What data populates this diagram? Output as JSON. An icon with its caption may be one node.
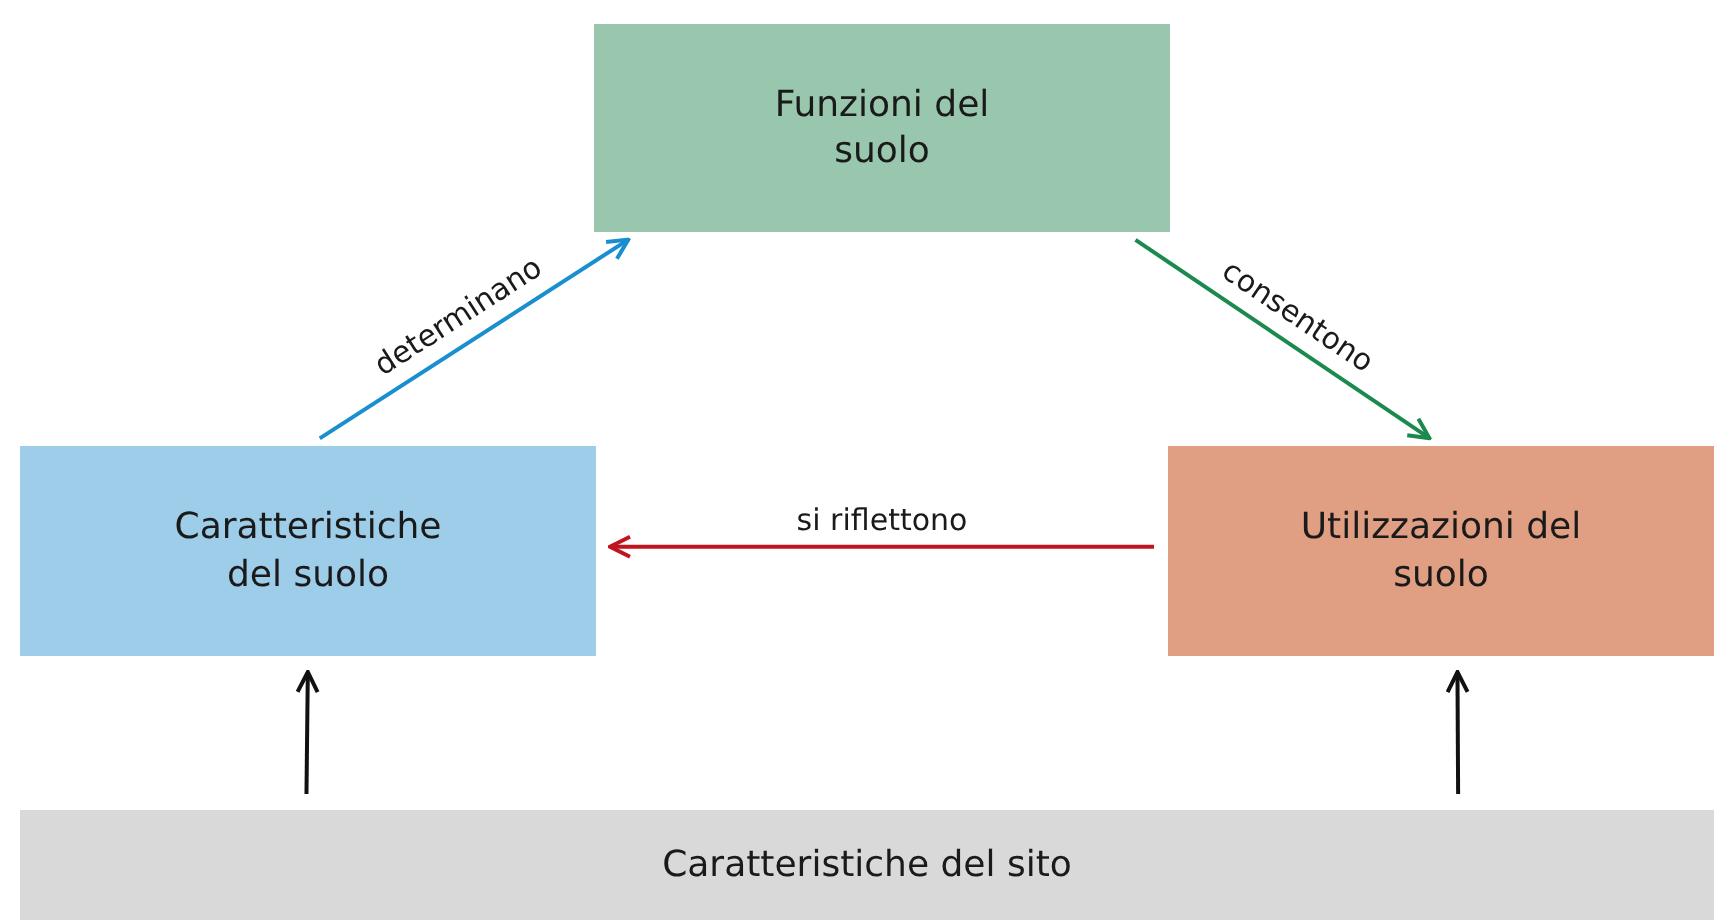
{
  "diagram": {
    "nodes": [
      {
        "text": [
          "Funzioni del suolo"
        ]
      },
      {
        "text": [
          "Caratteristiche del suolo"
        ]
      },
      {
        "text": [
          "Utilizzazioni del suolo"
        ]
      },
      {
        "text": [
          "Caratteristiche del sito"
        ]
      }
    ],
    "edges": [
      {
        "from": 1,
        "to": 0,
        "arrow": "to",
        "label": "determinano",
        "color": "#1a8fcf"
      },
      {
        "from": 0,
        "to": 2,
        "arrow": "to",
        "label": "consentono",
        "color": "#1a8a4e"
      },
      {
        "from": 2,
        "to": 1,
        "arrow": "to",
        "label": "si riflettono",
        "color": "#c0151f"
      },
      {
        "from": 3,
        "to": 1,
        "arrow": "to"
      },
      {
        "from": 3,
        "to": 2,
        "arrow": "to"
      }
    ]
  }
}
